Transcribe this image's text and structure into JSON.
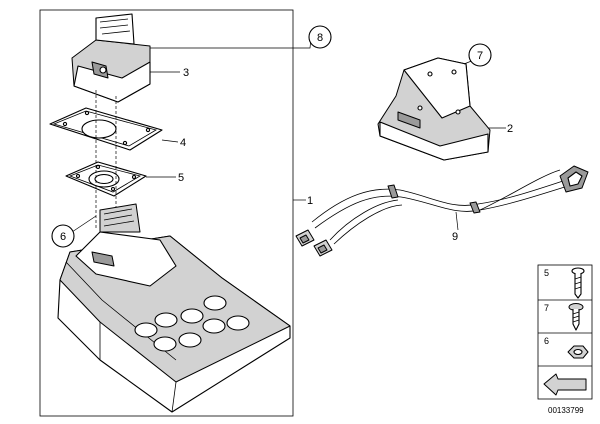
{
  "callouts": {
    "p1": "1",
    "p2": "2",
    "p3": "3",
    "p4": "4",
    "p5": "5",
    "p6": "6",
    "p7": "7",
    "p8": "8",
    "p9": "9"
  },
  "legend": {
    "row1": "5",
    "row2": "7",
    "row3": "6"
  },
  "doc_number": "00133799"
}
